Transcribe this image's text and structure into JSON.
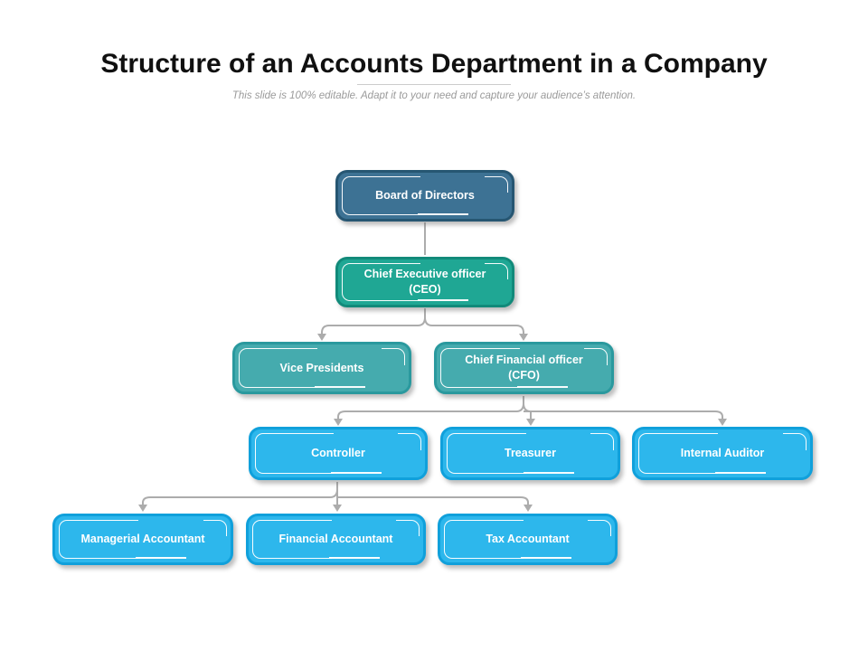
{
  "slide": {
    "title": "Structure of an Accounts Department in a Company",
    "subtitle": "This slide is 100% editable. Adapt it to your need and capture your audience’s attention."
  },
  "org_chart": {
    "type": "organization-hierarchy",
    "nodes": [
      {
        "id": "board",
        "label": "Board of Directors",
        "level": 1,
        "reports_to": null,
        "fill": "#3D7294",
        "edge": "#265672"
      },
      {
        "id": "ceo",
        "label": "Chief Executive officer (CEO)",
        "level": 2,
        "reports_to": "board",
        "fill": "#1FA794",
        "edge": "#128A7A"
      },
      {
        "id": "vp",
        "label": "Vice Presidents",
        "level": 3,
        "reports_to": "ceo",
        "fill": "#45ABAE",
        "edge": "#2A999E"
      },
      {
        "id": "cfo",
        "label": "Chief Financial officer (CFO)",
        "level": 3,
        "reports_to": "ceo",
        "fill": "#45ABAE",
        "edge": "#2A999E"
      },
      {
        "id": "controller",
        "label": "Controller",
        "level": 4,
        "reports_to": "cfo",
        "fill": "#2DB7EC",
        "edge": "#10A0DB"
      },
      {
        "id": "treasurer",
        "label": "Treasurer",
        "level": 4,
        "reports_to": "cfo",
        "fill": "#2DB7EC",
        "edge": "#10A0DB"
      },
      {
        "id": "auditor",
        "label": "Internal Auditor",
        "level": 4,
        "reports_to": "cfo",
        "fill": "#2DB7EC",
        "edge": "#10A0DB"
      },
      {
        "id": "managerial",
        "label": "Managerial Accountant",
        "level": 5,
        "reports_to": "controller",
        "fill": "#2DB7EC",
        "edge": "#10A0DB"
      },
      {
        "id": "financial",
        "label": "Financial Accountant",
        "level": 5,
        "reports_to": "controller",
        "fill": "#2DB7EC",
        "edge": "#10A0DB"
      },
      {
        "id": "tax",
        "label": "Tax Accountant",
        "level": 5,
        "reports_to": "controller",
        "fill": "#2DB7EC",
        "edge": "#10A0DB"
      }
    ]
  },
  "colors": {
    "background": "#FFFFFF",
    "title_text": "#101010",
    "subtitle_text": "#9A9A9A",
    "node_text": "#FFFFFF",
    "connector_line": "#ACACAC",
    "title_rule": "#CCCCCC"
  }
}
